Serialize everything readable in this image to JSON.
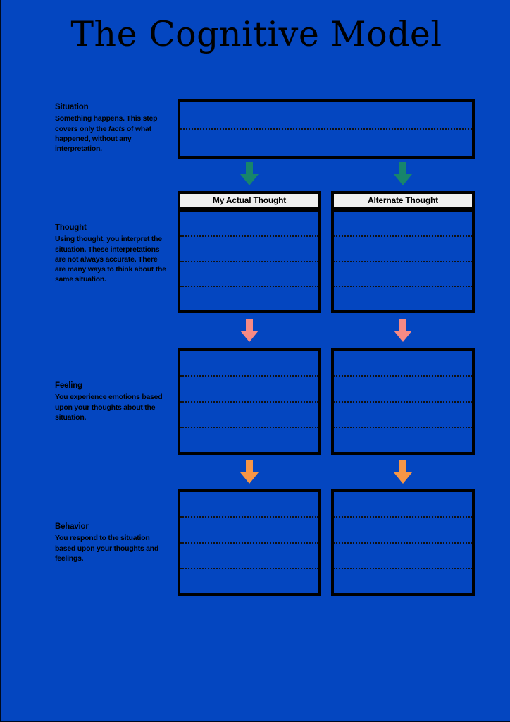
{
  "page": {
    "title": "The Cognitive Model",
    "background_color": "#0446c0",
    "text_color": "#000000",
    "border_color": "#000a1e"
  },
  "sections": [
    {
      "key": "situation",
      "heading": "Situation",
      "body_before": "Something happens. This step covers only the ",
      "body_emphasis": "facts",
      "body_after": " of what happened, without any interpretation."
    },
    {
      "key": "thought",
      "heading": "Thought",
      "body": "Using thought, you interpret the situation. These interpretations are not always accurate. There are many ways to think about the same situation."
    },
    {
      "key": "feeling",
      "heading": "Feeling",
      "body": "You experience emotions based upon your thoughts about the situation."
    },
    {
      "key": "behavior",
      "heading": "Behavior",
      "body": "You respond to the situation based upon your thoughts and feelings."
    }
  ],
  "columns": {
    "actual_label": "My Actual Thought",
    "alternate_label": "Alternate Thought"
  },
  "worksheet": {
    "situation_box": {
      "name": "situation-entry",
      "writing_lines": 2
    },
    "thought_box": {
      "name": "thought-entry",
      "writing_lines": 4
    },
    "feeling_box": {
      "name": "feeling-entry",
      "writing_lines": 4
    },
    "behavior_box": {
      "name": "behavior-entry",
      "writing_lines": 4
    }
  },
  "arrows": {
    "situation_to_thought": {
      "icon": "arrow-down-icon",
      "color": "#17856c"
    },
    "thought_to_feeling": {
      "icon": "arrow-down-icon",
      "color": "#f78a85"
    },
    "feeling_to_behavior": {
      "icon": "arrow-down-icon",
      "color": "#f79646"
    }
  }
}
